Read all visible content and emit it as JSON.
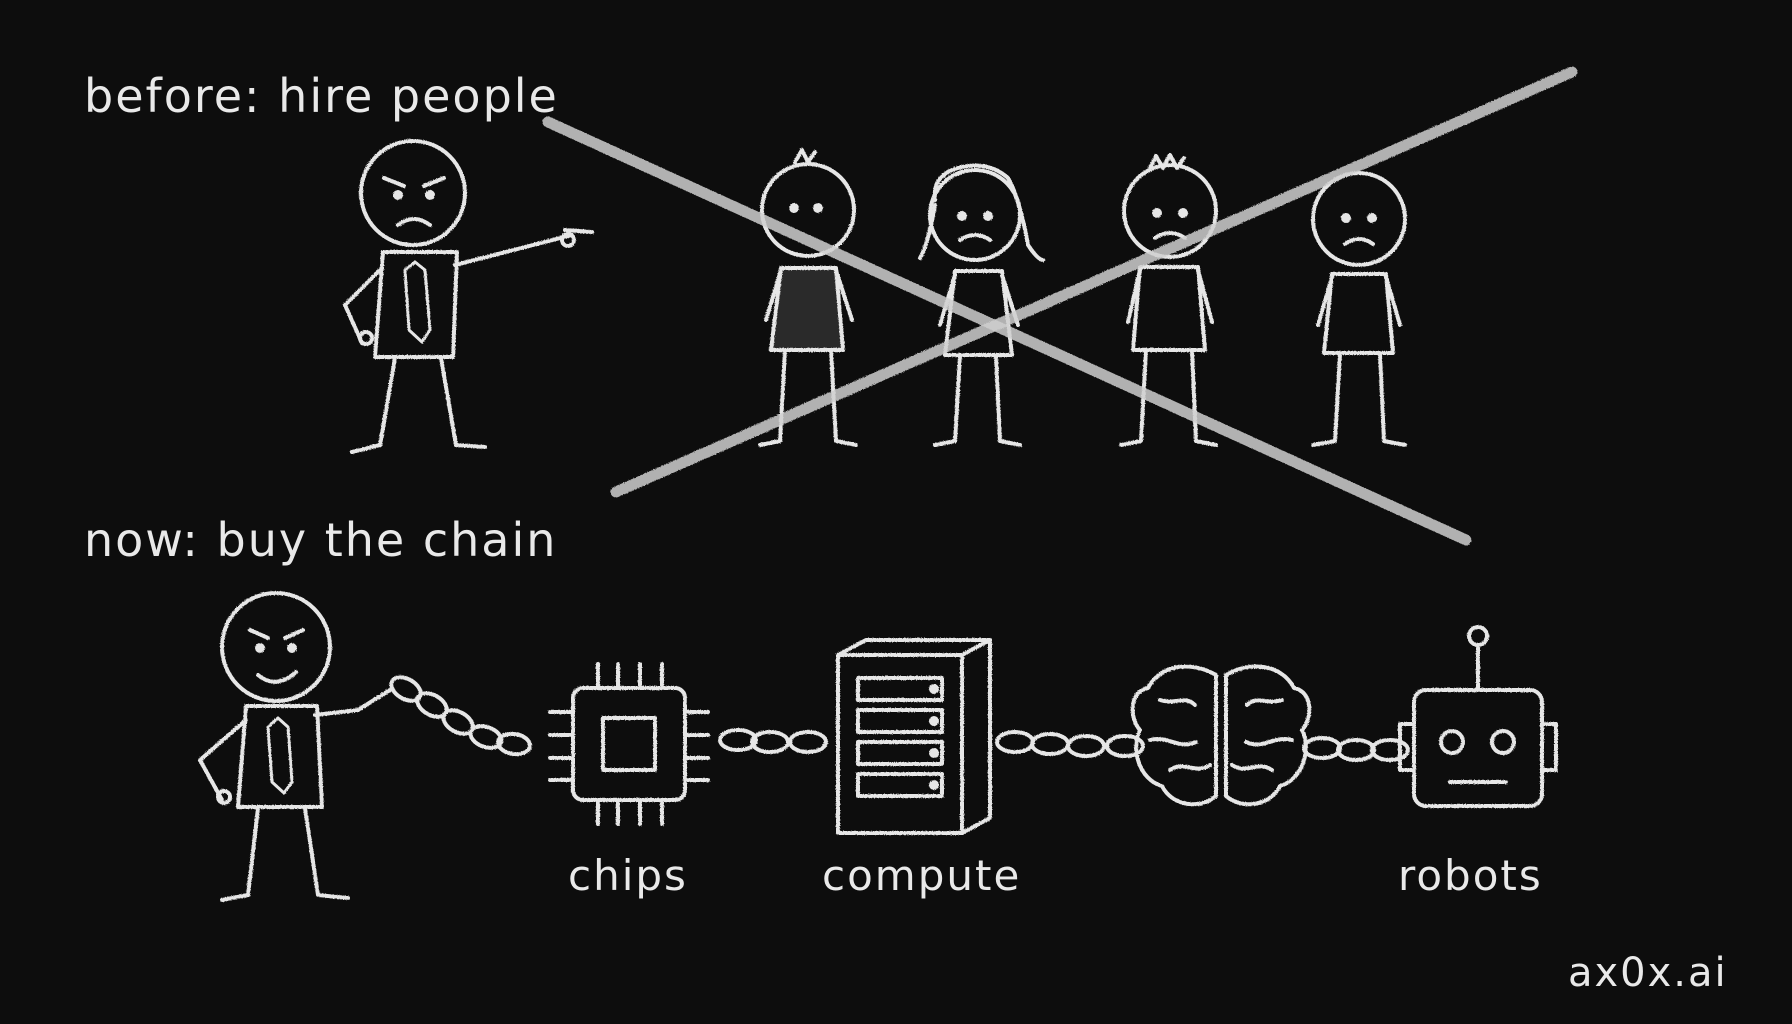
{
  "labels": {
    "before": "before: hire people",
    "now": "now: buy the chain",
    "chips": "chips",
    "compute": "compute",
    "robots": "robots",
    "brand": "ax0x.ai"
  },
  "colors": {
    "background": "#0d0d0d",
    "chalk": "#e6e6e6"
  },
  "icons": {
    "boss_pointing": "stick-figure-boss-pointing",
    "workers": [
      "stick-figure-worker",
      "stick-figure-worker",
      "stick-figure-worker",
      "stick-figure-worker"
    ],
    "cross_out": "x-cross-out",
    "boss_holding_chain": "stick-figure-boss-holding-chain",
    "chain": "chain-links",
    "chip": "chip-icon",
    "server": "server-icon",
    "brain": "brain-icon",
    "robot": "robot-head-icon"
  }
}
